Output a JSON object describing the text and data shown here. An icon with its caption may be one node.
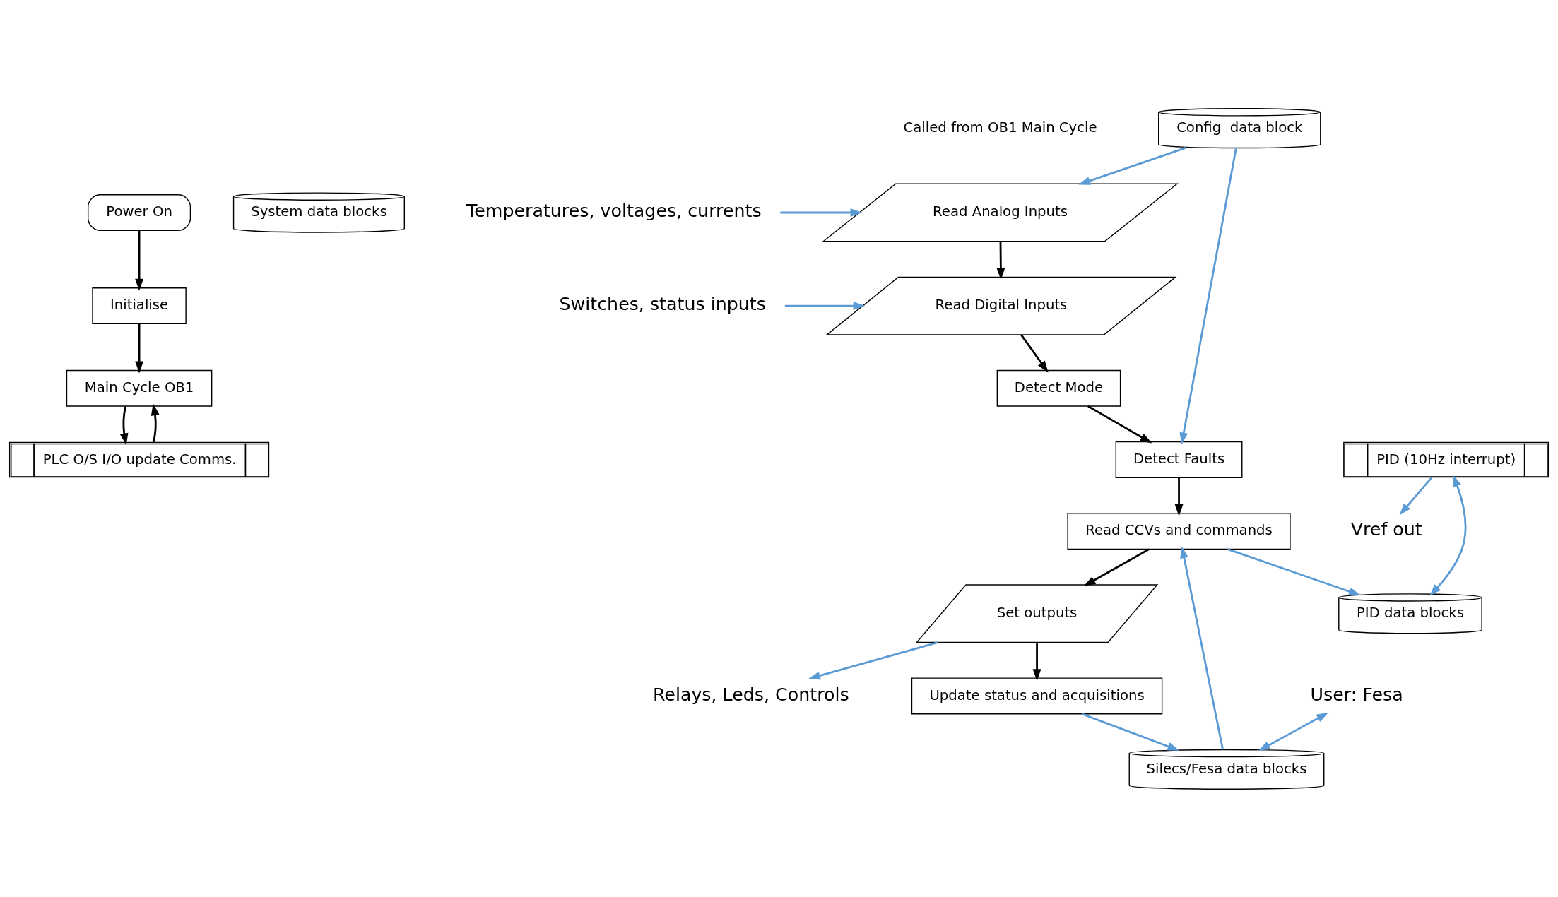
{
  "diagram": {
    "nodes": [
      {
        "text": [
          "Power On"
        ]
      },
      {
        "text": [
          "Initialise"
        ]
      },
      {
        "text": [
          "Main Cycle OB1"
        ]
      },
      {
        "text": [
          "PLC O/S I/O update Comms."
        ]
      },
      {
        "text": [
          "System data blocks"
        ]
      },
      {
        "text": [
          "Config  data block"
        ]
      },
      {
        "text": [
          "Silecs/Fesa data blocks"
        ]
      },
      {
        "text": [
          "Read Analog Inputs"
        ]
      },
      {
        "text": [
          "Read Digital Inputs"
        ]
      },
      {
        "text": [
          "Detect Mode"
        ]
      },
      {
        "text": [
          "Detect Faults"
        ]
      },
      {
        "text": [
          "Read CCVs and commands"
        ]
      },
      {
        "text": [
          "Set outputs"
        ]
      },
      {
        "text": [
          "Update status and acquisitions"
        ]
      },
      {
        "text": [
          "Temperatures, voltages, currents"
        ]
      },
      {
        "text": [
          "Switches, status inputs"
        ]
      },
      {
        "text": [
          "PID (10Hz interrupt)"
        ]
      },
      {
        "text": [
          "PID data blocks"
        ]
      },
      {
        "text": [
          "Vref out"
        ]
      },
      {
        "text": [
          "Relays, Leds, Controls"
        ]
      },
      {
        "text": [
          "User: Fesa"
        ]
      }
    ],
    "edges": [
      {
        "from": 0,
        "to": 1,
        "arrow": "to",
        "color": "#000000"
      },
      {
        "from": 1,
        "to": 2,
        "arrow": "to",
        "color": "#000000"
      },
      {
        "from": 2,
        "to": 3,
        "arrow": "to",
        "color": "#000000"
      },
      {
        "from": 3,
        "to": 2,
        "arrow": "to",
        "color": "#000000"
      },
      {
        "from": 7,
        "to": 8,
        "arrow": "to",
        "color": "#000000"
      },
      {
        "from": 8,
        "to": 9,
        "arrow": "to",
        "color": "#000000"
      },
      {
        "from": 9,
        "to": 10,
        "arrow": "to",
        "color": "#000000"
      },
      {
        "from": 10,
        "to": 11,
        "arrow": "to",
        "color": "#000000"
      },
      {
        "from": 11,
        "to": 12,
        "arrow": "to",
        "color": "#000000"
      },
      {
        "from": 12,
        "to": 13,
        "arrow": "to",
        "color": "#000000"
      },
      {
        "from": 14,
        "to": 7,
        "arrow": "to"
      },
      {
        "from": 5,
        "to": 7,
        "arrow": "to"
      },
      {
        "from": 15,
        "to": 8,
        "arrow": "to"
      },
      {
        "from": 5,
        "to": 10,
        "arrow": "to"
      },
      {
        "from": 16,
        "to": 18,
        "arrow": "to"
      },
      {
        "from": 16,
        "to": 17,
        "arrow": "both"
      },
      {
        "from": 6,
        "to": 11,
        "arrow": "to"
      },
      {
        "from": 11,
        "to": 17,
        "arrow": "to"
      },
      {
        "from": 12,
        "to": 19,
        "arrow": "to"
      },
      {
        "from": 20,
        "to": 6,
        "arrow": "both"
      },
      {
        "from": 13,
        "to": 6,
        "arrow": "to"
      }
    ],
    "labels": [
      "Called from OB1 Main Cycle"
    ]
  }
}
